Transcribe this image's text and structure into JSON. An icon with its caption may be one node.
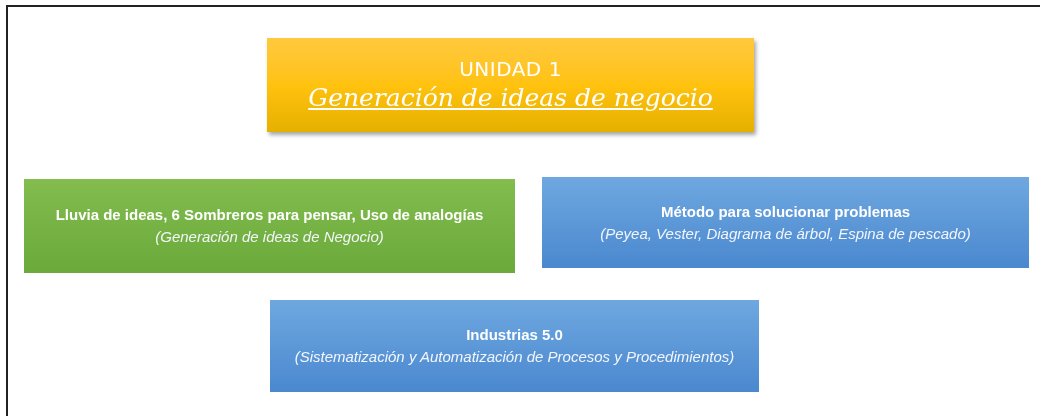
{
  "diagram": {
    "nodes": [
      {
        "text": [],
        "shape": "box"
      },
      {
        "text": [
          "UNIDAD 1",
          "Generación de ideas de negocio"
        ],
        "in": 0
      },
      {
        "text": [
          "Lluvia de ideas, 6 Sombreros para pensar, Uso de analogías",
          "(Generación de ideas de Negocio)"
        ],
        "in": 0
      },
      {
        "text": [
          "Método para solucionar problemas",
          "(Peyea, Vester, Diagrama de árbol, Espina de pescado)"
        ],
        "in": 0
      },
      {
        "text": [
          "Industrias 5.0",
          "(Sistematización y Automatización de Procesos y Procedimientos)"
        ],
        "in": 0
      }
    ]
  }
}
